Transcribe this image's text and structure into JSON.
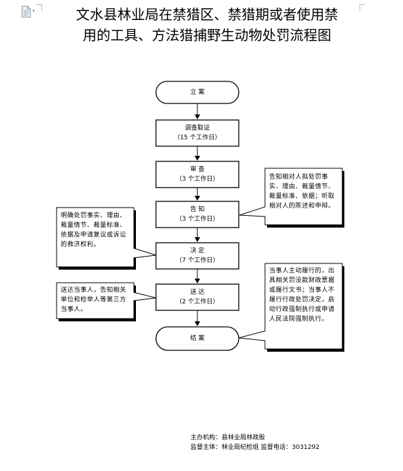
{
  "title": {
    "line1": "文水县林业局在禁猎区、禁猎期或者使用禁",
    "line2": "用的工具、方法猎捕野生动物处罚流程图"
  },
  "nodes": {
    "start": {
      "label": "立  案"
    },
    "investigate": {
      "label": "调查取证",
      "days": "（15 个工作日）"
    },
    "review": {
      "label": "审  查",
      "days": "（3 个工作日）"
    },
    "notify": {
      "label": "告  知",
      "days": "（3 个工作日）"
    },
    "decide": {
      "label": "决  定",
      "days": "（7 个工作日）"
    },
    "deliver": {
      "label": "送  达",
      "days": "（2 个工作日）"
    },
    "close": {
      "label": "结  案"
    }
  },
  "notes": {
    "notify_right": "告知相对人拟处罚事实、理由、裁量情节、裁量标准、依据；听取相对人的陈述和申辩。",
    "decide_left": "明确处罚事实、理由、裁量情节、裁量标准、依据及申请复议或诉讼的救济权利。",
    "deliver_left": "送达当事人，告知相关单位和检举人等第三方当事人。",
    "deliver_right": "当事人主动履行的，出具相关罚没款财政票据或履行文书；当事人不履行行政处罚决定，启动行政强制执行或申请人民法院强制执行。"
  },
  "footer": {
    "host": "主办机构：县林业局林政股",
    "supervise": "监督主体：林业局纪检组  监督电话：3031292"
  }
}
